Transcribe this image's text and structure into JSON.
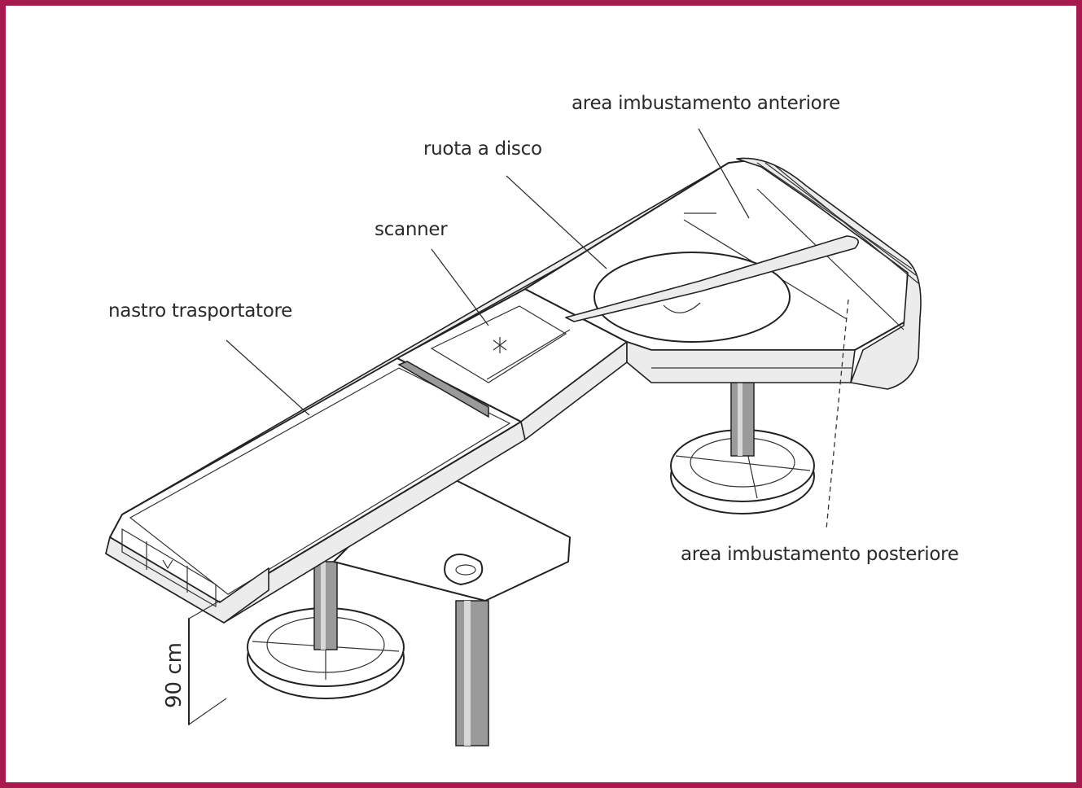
{
  "frame_color": "#a8194e",
  "labels": {
    "front_bagging_area": "area imbustamento anteriore",
    "disc_wheel": "ruota a disco",
    "scanner": "scanner",
    "conveyor_belt": "nastro trasportatore",
    "rear_bagging_area": "area imbustamento posteriore",
    "height": "90 cm"
  }
}
